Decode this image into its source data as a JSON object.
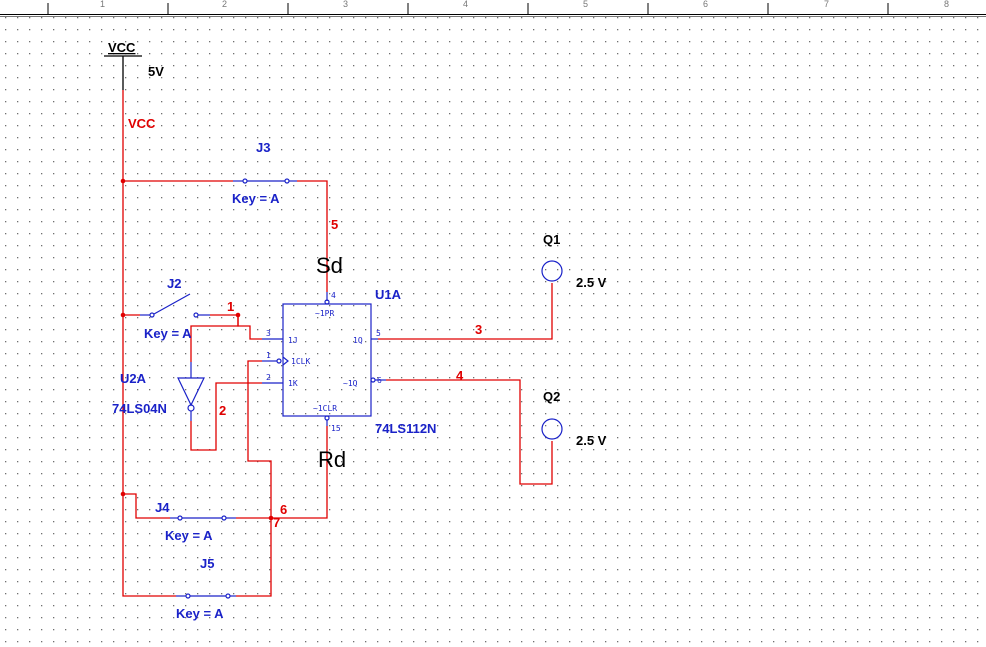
{
  "ruler": {
    "marks": [
      "1",
      "2",
      "3",
      "4",
      "5",
      "6",
      "7",
      "8"
    ]
  },
  "power": {
    "name": "VCC",
    "value": "5V",
    "net_label": "VCC"
  },
  "switches": {
    "j3": {
      "ref": "J3",
      "key": "Key = A"
    },
    "j2": {
      "ref": "J2",
      "key": "Key = A"
    },
    "j4": {
      "ref": "J4",
      "key": "Key = A"
    },
    "j5": {
      "ref": "J5",
      "key": "Key = A"
    }
  },
  "inverter": {
    "ref": "U2A",
    "part": "74LS04N"
  },
  "flipflop": {
    "ref": "U1A",
    "part": "74LS112N",
    "pins": {
      "pr": "~1PR",
      "j": "1J",
      "clk": "1CLK",
      "k": "1K",
      "q": "1Q",
      "qn": "~1Q",
      "clr": "~1CLR"
    },
    "pin_numbers": {
      "pr": "4",
      "j": "3",
      "clk": "1",
      "k": "2",
      "q": "5",
      "qn": "6",
      "clr": "15"
    }
  },
  "annotations": {
    "sd": "Sd",
    "rd": "Rd"
  },
  "nets": {
    "n1": "1",
    "n2": "2",
    "n3": "3",
    "n4": "4",
    "n5": "5",
    "n6": "6",
    "n7": "7"
  },
  "probes": {
    "q1": {
      "ref": "Q1",
      "value": "2.5 V"
    },
    "q2": {
      "ref": "Q2",
      "value": "2.5 V"
    }
  }
}
